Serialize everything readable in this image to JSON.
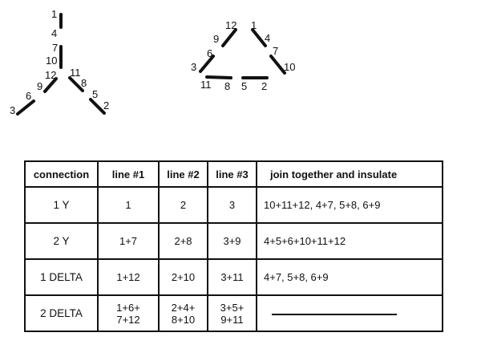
{
  "wye_diagram": {
    "terminals": [
      "1",
      "4",
      "7",
      "10",
      "12",
      "11",
      "9",
      "8",
      "6",
      "5",
      "3",
      "2"
    ]
  },
  "delta_diagram": {
    "terminals": [
      "12",
      "1",
      "9",
      "4",
      "6",
      "7",
      "3",
      "10",
      "11",
      "8",
      "5",
      "2"
    ]
  },
  "table": {
    "headers": [
      "connection",
      "line #1",
      "line #2",
      "line #3",
      "join together and insulate"
    ],
    "rows": [
      {
        "connection": "1 Y",
        "line1": [
          "1"
        ],
        "line2": [
          "2"
        ],
        "line3": [
          "3"
        ],
        "join": "10+11+12, 4+7, 5+8, 6+9"
      },
      {
        "connection": "2 Y",
        "line1": [
          "1+7"
        ],
        "line2": [
          "2+8"
        ],
        "line3": [
          "3+9"
        ],
        "join": "4+5+6+10+11+12"
      },
      {
        "connection": "1 DELTA",
        "line1": [
          "1+12"
        ],
        "line2": [
          "2+10"
        ],
        "line3": [
          "3+11"
        ],
        "join": "4+7,  5+8,  6+9"
      },
      {
        "connection": "2 DELTA",
        "line1": [
          "1+6+",
          "7+12"
        ],
        "line2": [
          "2+4+",
          "8+10"
        ],
        "line3": [
          "3+5+",
          "9+11"
        ],
        "join": ""
      }
    ]
  }
}
